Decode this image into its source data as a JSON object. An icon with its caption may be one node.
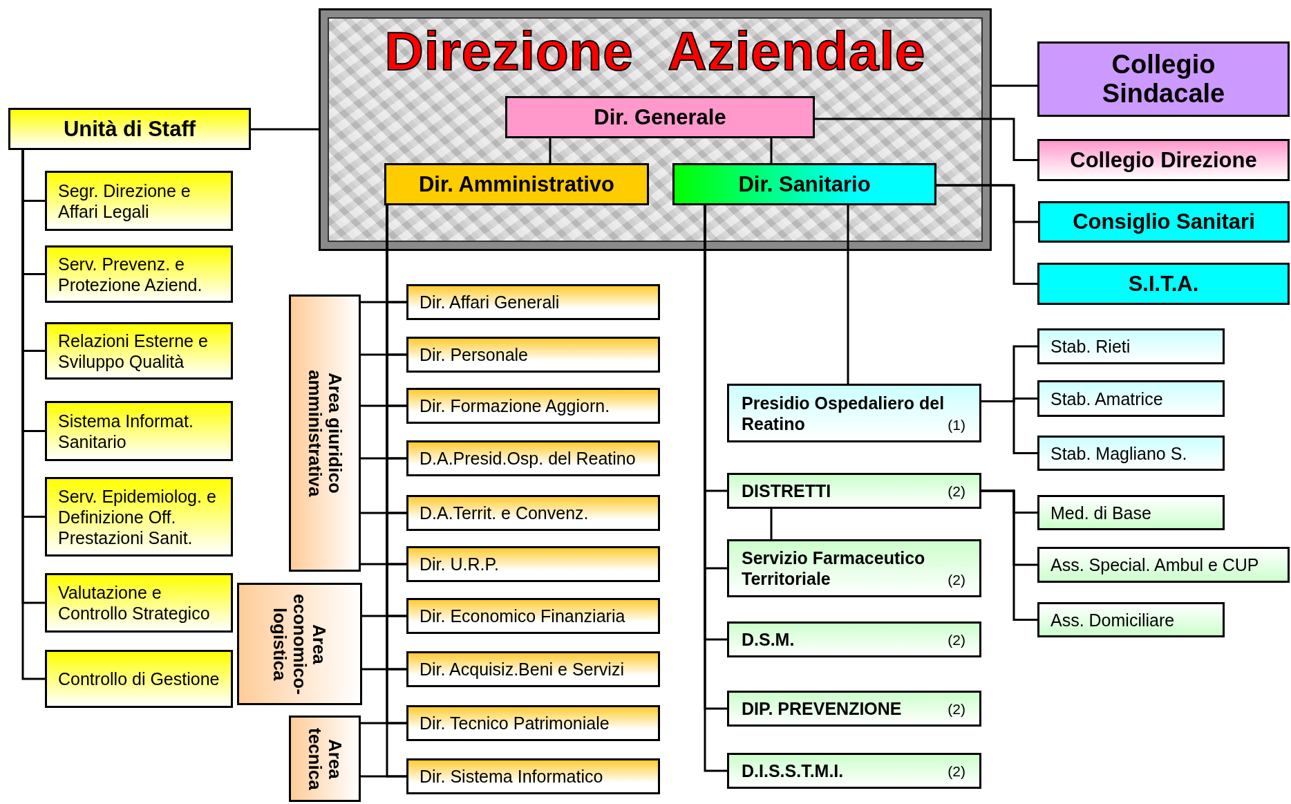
{
  "diagram": {
    "nodes": [
      {
        "text": [
          "Direzione Aziendale"
        ]
      },
      {
        "text": [
          "Dir. Generale"
        ],
        "in": 0
      },
      {
        "text": [
          "Dir. Amministrativo"
        ],
        "in": 0
      },
      {
        "text": [
          "Dir. Sanitario"
        ],
        "in": 0
      },
      {
        "text": [
          "Collegio Sindacale"
        ]
      },
      {
        "text": [
          "Collegio Direzione"
        ]
      },
      {
        "text": [
          "Consiglio Sanitari"
        ]
      },
      {
        "text": [
          "S.I.T.A."
        ]
      },
      {
        "text": [
          "Unità di Staff"
        ]
      },
      {
        "text": [
          "Segr. Direzione e Affari Legali"
        ]
      },
      {
        "text": [
          "Serv. Prevenz. e Protezione Aziend."
        ]
      },
      {
        "text": [
          "Relazioni Esterne e Sviluppo Qualità"
        ]
      },
      {
        "text": [
          "Sistema Informat. Sanitario"
        ]
      },
      {
        "text": [
          "Serv. Epidemiolog. e Definizione Off. Prestazioni Sanit."
        ]
      },
      {
        "text": [
          "Valutazione e Controllo Strategico"
        ]
      },
      {
        "text": [
          "Controllo di Gestione"
        ]
      },
      {
        "text": [
          "Area giuridico amministrativa"
        ]
      },
      {
        "text": [
          "Area economico-logistica"
        ]
      },
      {
        "text": [
          "Area tecnica"
        ]
      },
      {
        "text": [
          "Dir. Affari Generali"
        ]
      },
      {
        "text": [
          "Dir. Personale"
        ]
      },
      {
        "text": [
          "Dir. Formazione Aggiorn."
        ]
      },
      {
        "text": [
          "D.A.Presid.Osp. del Reatino"
        ]
      },
      {
        "text": [
          "D.A.Territ. e Convenz."
        ]
      },
      {
        "text": [
          "Dir. U.R.P."
        ]
      },
      {
        "text": [
          "Dir. Economico Finanziaria"
        ]
      },
      {
        "text": [
          "Dir. Acquisiz.Beni e Servizi"
        ]
      },
      {
        "text": [
          "Dir. Tecnico Patrimoniale"
        ]
      },
      {
        "text": [
          "Dir. Sistema Informatico"
        ]
      },
      {
        "text": [
          "Presidio Ospedaliero del Reatino",
          "(1)"
        ]
      },
      {
        "text": [
          "DISTRETTI",
          "(2)"
        ]
      },
      {
        "text": [
          "Servizio Farmaceutico Territoriale",
          "(2)"
        ]
      },
      {
        "text": [
          "D.S.M.",
          "(2)"
        ]
      },
      {
        "text": [
          "DIP.  PREVENZIONE",
          "(2)"
        ]
      },
      {
        "text": [
          "D.I.S.S.T.M.I.",
          "(2)"
        ]
      },
      {
        "text": [
          "Stab. Rieti"
        ]
      },
      {
        "text": [
          "Stab. Amatrice"
        ]
      },
      {
        "text": [
          "Stab. Magliano S."
        ]
      },
      {
        "text": [
          "Med. di Base"
        ]
      },
      {
        "text": [
          "Ass. Special. Ambul e CUP"
        ]
      },
      {
        "text": [
          "Ass. Domiciliare"
        ]
      }
    ],
    "edges": [
      {
        "from": 0,
        "to": 8,
        "arrow": "none"
      },
      {
        "from": 0,
        "to": 4,
        "arrow": "none"
      },
      {
        "from": 1,
        "to": 2,
        "arrow": "none"
      },
      {
        "from": 1,
        "to": 3,
        "arrow": "none"
      },
      {
        "from": 1,
        "to": 5,
        "arrow": "none"
      },
      {
        "from": 3,
        "to": 6,
        "arrow": "none"
      },
      {
        "from": 3,
        "to": 7,
        "arrow": "none"
      },
      {
        "from": 8,
        "to": 9,
        "arrow": "none"
      },
      {
        "from": 8,
        "to": 10,
        "arrow": "none"
      },
      {
        "from": 8,
        "to": 11,
        "arrow": "none"
      },
      {
        "from": 8,
        "to": 12,
        "arrow": "none"
      },
      {
        "from": 8,
        "to": 13,
        "arrow": "none"
      },
      {
        "from": 8,
        "to": 14,
        "arrow": "none"
      },
      {
        "from": 8,
        "to": 15,
        "arrow": "none"
      },
      {
        "from": 2,
        "to": 19,
        "arrow": "none"
      },
      {
        "from": 2,
        "to": 20,
        "arrow": "none"
      },
      {
        "from": 2,
        "to": 21,
        "arrow": "none"
      },
      {
        "from": 2,
        "to": 22,
        "arrow": "none"
      },
      {
        "from": 2,
        "to": 23,
        "arrow": "none"
      },
      {
        "from": 2,
        "to": 24,
        "arrow": "none"
      },
      {
        "from": 2,
        "to": 25,
        "arrow": "none"
      },
      {
        "from": 2,
        "to": 26,
        "arrow": "none"
      },
      {
        "from": 2,
        "to": 27,
        "arrow": "none"
      },
      {
        "from": 2,
        "to": 28,
        "arrow": "none"
      },
      {
        "from": 16,
        "to": 19,
        "arrow": "none"
      },
      {
        "from": 16,
        "to": 20,
        "arrow": "none"
      },
      {
        "from": 16,
        "to": 21,
        "arrow": "none"
      },
      {
        "from": 16,
        "to": 22,
        "arrow": "none"
      },
      {
        "from": 16,
        "to": 23,
        "arrow": "none"
      },
      {
        "from": 16,
        "to": 24,
        "arrow": "none"
      },
      {
        "from": 17,
        "to": 25,
        "arrow": "none"
      },
      {
        "from": 17,
        "to": 26,
        "arrow": "none"
      },
      {
        "from": 18,
        "to": 27,
        "arrow": "none"
      },
      {
        "from": 18,
        "to": 28,
        "arrow": "none"
      },
      {
        "from": 3,
        "to": 29,
        "arrow": "none"
      },
      {
        "from": 3,
        "to": 30,
        "arrow": "none"
      },
      {
        "from": 3,
        "to": 31,
        "arrow": "none"
      },
      {
        "from": 3,
        "to": 32,
        "arrow": "none"
      },
      {
        "from": 3,
        "to": 33,
        "arrow": "none"
      },
      {
        "from": 3,
        "to": 34,
        "arrow": "none"
      },
      {
        "from": 30,
        "to": 31,
        "arrow": "none"
      },
      {
        "from": 29,
        "to": 35,
        "arrow": "none"
      },
      {
        "from": 29,
        "to": 36,
        "arrow": "none"
      },
      {
        "from": 29,
        "to": 37,
        "arrow": "none"
      },
      {
        "from": 30,
        "to": 38,
        "arrow": "none"
      },
      {
        "from": 30,
        "to": 39,
        "arrow": "none"
      },
      {
        "from": 30,
        "to": 40,
        "arrow": "none"
      }
    ]
  }
}
